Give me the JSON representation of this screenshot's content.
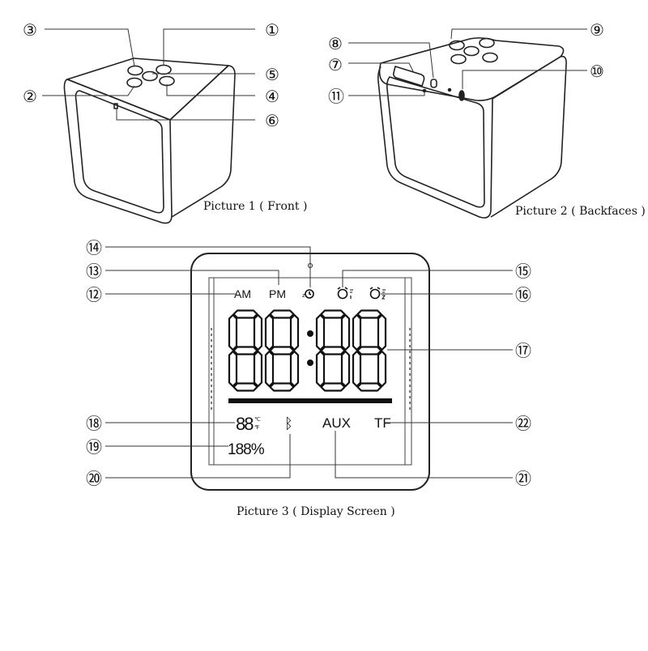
{
  "captions": {
    "front": "Picture 1 ( Front )",
    "back": "Picture 2 ( Backfaces )",
    "display": "Picture 3 ( Display Screen )"
  },
  "callouts": [
    "①",
    "②",
    "③",
    "④",
    "⑤",
    "⑥",
    "⑦",
    "⑧",
    "⑨",
    "⑩",
    "⑪",
    "⑫",
    "⑬",
    "⑭",
    "⑮",
    "⑯",
    "⑰",
    "⑱",
    "⑲",
    "⑳",
    "㉑",
    "㉒"
  ],
  "display": {
    "am": "AM",
    "pm": "PM",
    "clock": "88:88",
    "temp": "88",
    "temp_unit_c": "℃",
    "temp_unit_f": "℉",
    "volume": "188%",
    "bluetooth": "ᛒ",
    "aux": "AUX",
    "tf": "TF"
  }
}
